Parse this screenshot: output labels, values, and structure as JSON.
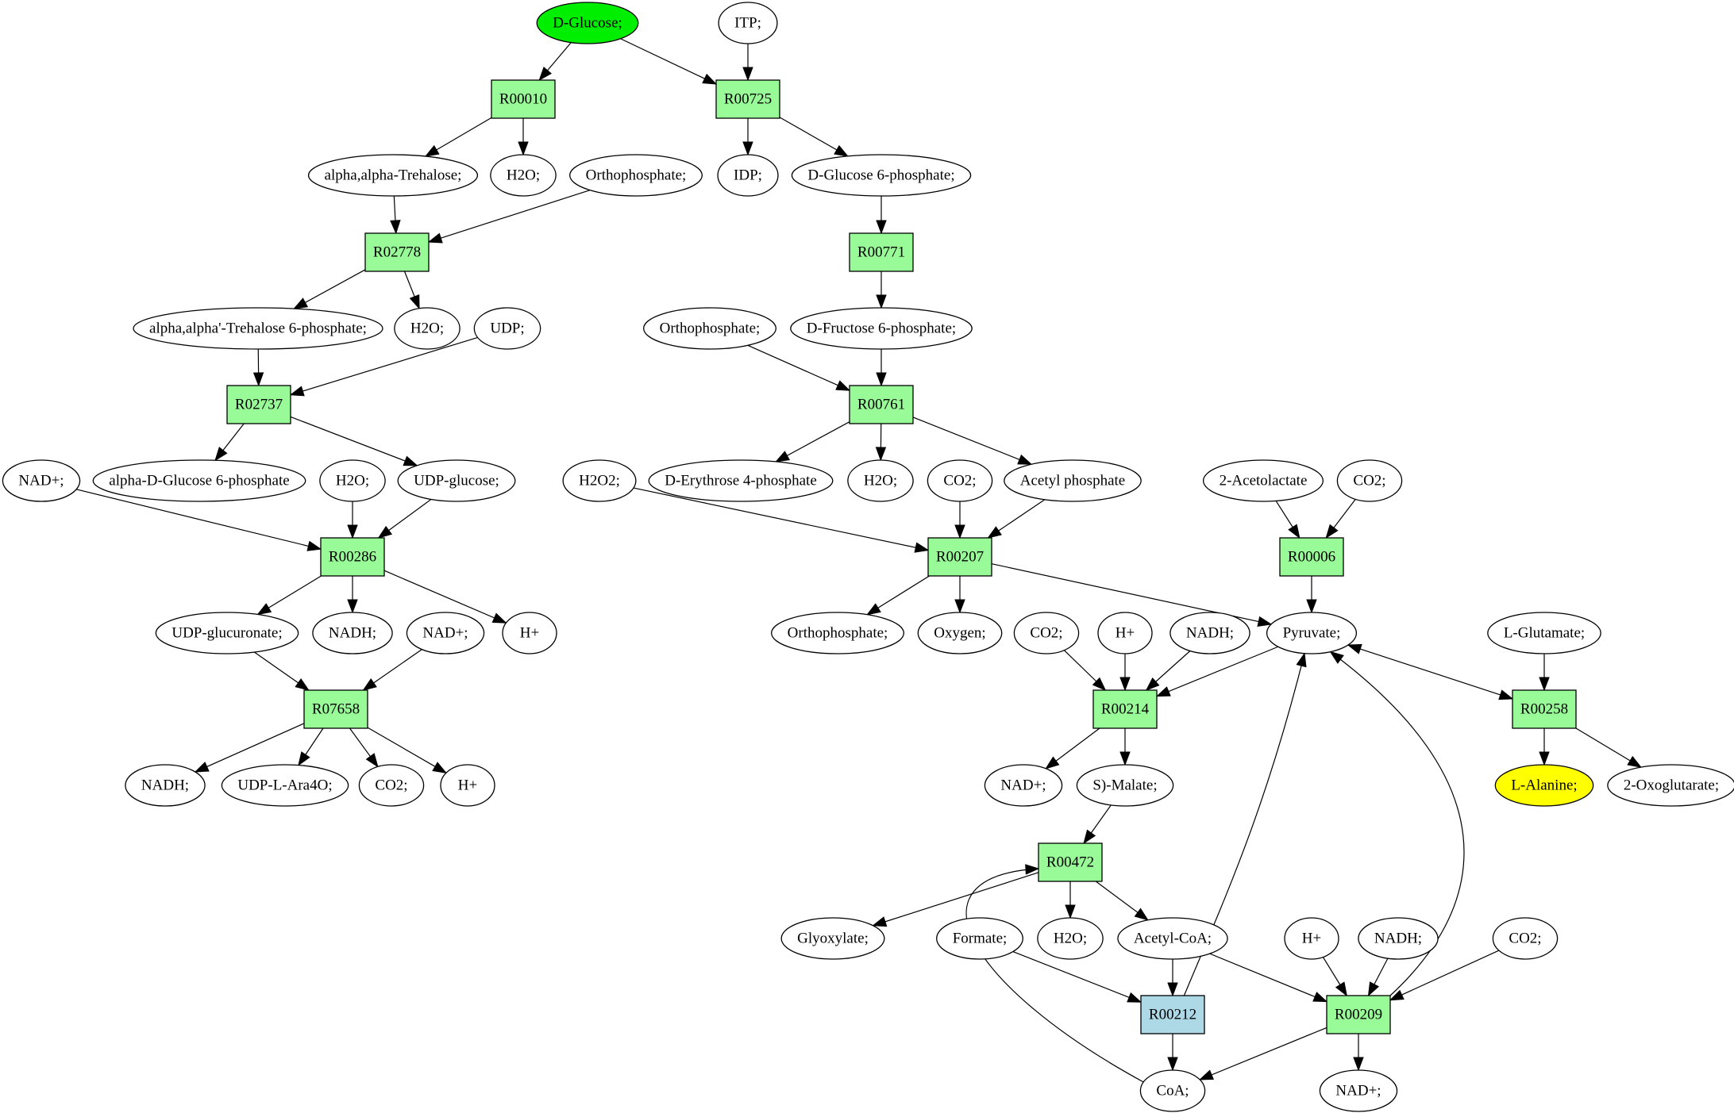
{
  "diagram": {
    "title": "Metabolic pathway graph from D-Glucose to L-Alanine",
    "colors": {
      "start_compound": "#00ee00",
      "target_compound": "#ffff00",
      "compound": "#ffffff",
      "reaction": "#98fb98",
      "reaction_highlight": "#add8e6",
      "stroke": "#000000"
    },
    "nodes": [
      {
        "id": "c_dglucose",
        "label": "D-Glucose;",
        "kind": "compound",
        "role": "start"
      },
      {
        "id": "c_itp",
        "label": "ITP;",
        "kind": "compound"
      },
      {
        "id": "r00010",
        "label": "R00010",
        "kind": "reaction"
      },
      {
        "id": "r00725",
        "label": "R00725",
        "kind": "reaction"
      },
      {
        "id": "c_trehalose",
        "label": "alpha,alpha-Trehalose;",
        "kind": "compound"
      },
      {
        "id": "c_h2o_1",
        "label": "H2O;",
        "kind": "compound"
      },
      {
        "id": "c_pi_1",
        "label": "Orthophosphate;",
        "kind": "compound"
      },
      {
        "id": "c_idp",
        "label": "IDP;",
        "kind": "compound"
      },
      {
        "id": "c_g6p",
        "label": "D-Glucose 6-phosphate;",
        "kind": "compound"
      },
      {
        "id": "r02778",
        "label": "R02778",
        "kind": "reaction"
      },
      {
        "id": "r00771",
        "label": "R00771",
        "kind": "reaction"
      },
      {
        "id": "c_t6p",
        "label": "alpha,alpha'-Trehalose 6-phosphate;",
        "kind": "compound"
      },
      {
        "id": "c_h2o_2",
        "label": "H2O;",
        "kind": "compound"
      },
      {
        "id": "c_udp",
        "label": "UDP;",
        "kind": "compound"
      },
      {
        "id": "c_pi_2",
        "label": "Orthophosphate;",
        "kind": "compound"
      },
      {
        "id": "c_f6p",
        "label": "D-Fructose 6-phosphate;",
        "kind": "compound"
      },
      {
        "id": "r02737",
        "label": "R02737",
        "kind": "reaction"
      },
      {
        "id": "r00761",
        "label": "R00761",
        "kind": "reaction"
      },
      {
        "id": "c_nad_1",
        "label": "NAD+;",
        "kind": "compound"
      },
      {
        "id": "c_adg6p",
        "label": "alpha-D-Glucose 6-phosphate",
        "kind": "compound"
      },
      {
        "id": "c_h2o_3",
        "label": "H2O;",
        "kind": "compound"
      },
      {
        "id": "c_udpglc",
        "label": "UDP-glucose;",
        "kind": "compound"
      },
      {
        "id": "c_h2o2",
        "label": "H2O2;",
        "kind": "compound"
      },
      {
        "id": "c_e4p",
        "label": "D-Erythrose 4-phosphate",
        "kind": "compound"
      },
      {
        "id": "c_h2o_4",
        "label": "H2O;",
        "kind": "compound"
      },
      {
        "id": "c_co2_1",
        "label": "CO2;",
        "kind": "compound"
      },
      {
        "id": "c_acp",
        "label": "Acetyl phosphate",
        "kind": "compound"
      },
      {
        "id": "c_acetolactate",
        "label": "2-Acetolactate",
        "kind": "compound"
      },
      {
        "id": "c_co2_2",
        "label": "CO2;",
        "kind": "compound"
      },
      {
        "id": "r00286",
        "label": "R00286",
        "kind": "reaction"
      },
      {
        "id": "r00207",
        "label": "R00207",
        "kind": "reaction"
      },
      {
        "id": "r00006",
        "label": "R00006",
        "kind": "reaction"
      },
      {
        "id": "c_udpgluc",
        "label": "UDP-glucuronate;",
        "kind": "compound"
      },
      {
        "id": "c_nadh_1",
        "label": "NADH;",
        "kind": "compound"
      },
      {
        "id": "c_nad_2",
        "label": "NAD+;",
        "kind": "compound"
      },
      {
        "id": "c_h_1",
        "label": "H+",
        "kind": "compound"
      },
      {
        "id": "c_pi_3",
        "label": "Orthophosphate;",
        "kind": "compound"
      },
      {
        "id": "c_oxygen",
        "label": "Oxygen;",
        "kind": "compound"
      },
      {
        "id": "c_co2_3",
        "label": "CO2;",
        "kind": "compound"
      },
      {
        "id": "c_h_2",
        "label": "H+",
        "kind": "compound"
      },
      {
        "id": "c_nadh_2",
        "label": "NADH;",
        "kind": "compound"
      },
      {
        "id": "c_pyruvate",
        "label": "Pyruvate;",
        "kind": "compound"
      },
      {
        "id": "c_glutamate",
        "label": "L-Glutamate;",
        "kind": "compound"
      },
      {
        "id": "r07658",
        "label": "R07658",
        "kind": "reaction"
      },
      {
        "id": "r00214",
        "label": "R00214",
        "kind": "reaction"
      },
      {
        "id": "r00258",
        "label": "R00258",
        "kind": "reaction"
      },
      {
        "id": "c_nadh_3",
        "label": "NADH;",
        "kind": "compound"
      },
      {
        "id": "c_udpara",
        "label": "UDP-L-Ara4O;",
        "kind": "compound"
      },
      {
        "id": "c_co2_4",
        "label": "CO2;",
        "kind": "compound"
      },
      {
        "id": "c_h_3",
        "label": "H+",
        "kind": "compound"
      },
      {
        "id": "c_nad_3",
        "label": "NAD+;",
        "kind": "compound"
      },
      {
        "id": "c_malate",
        "label": "S)-Malate;",
        "kind": "compound"
      },
      {
        "id": "c_alanine",
        "label": "L-Alanine;",
        "kind": "compound",
        "role": "target"
      },
      {
        "id": "c_oxoglut",
        "label": "2-Oxoglutarate;",
        "kind": "compound"
      },
      {
        "id": "r00472",
        "label": "R00472",
        "kind": "reaction"
      },
      {
        "id": "c_glyoxylate",
        "label": "Glyoxylate;",
        "kind": "compound"
      },
      {
        "id": "c_formate",
        "label": "Formate;",
        "kind": "compound"
      },
      {
        "id": "c_h2o_5",
        "label": "H2O;",
        "kind": "compound"
      },
      {
        "id": "c_accoa",
        "label": "Acetyl-CoA;",
        "kind": "compound"
      },
      {
        "id": "c_h_4",
        "label": "H+",
        "kind": "compound"
      },
      {
        "id": "c_nadh_4",
        "label": "NADH;",
        "kind": "compound"
      },
      {
        "id": "c_co2_5",
        "label": "CO2;",
        "kind": "compound"
      },
      {
        "id": "r00212",
        "label": "R00212",
        "kind": "reaction",
        "role": "highlight"
      },
      {
        "id": "r00209",
        "label": "R00209",
        "kind": "reaction"
      },
      {
        "id": "c_coa",
        "label": "CoA;",
        "kind": "compound"
      },
      {
        "id": "c_nad_4",
        "label": "NAD+;",
        "kind": "compound"
      }
    ],
    "edges": [
      {
        "from": "c_dglucose",
        "to": "r00010"
      },
      {
        "from": "c_dglucose",
        "to": "r00725"
      },
      {
        "from": "c_itp",
        "to": "r00725"
      },
      {
        "from": "r00010",
        "to": "c_trehalose"
      },
      {
        "from": "r00010",
        "to": "c_h2o_1"
      },
      {
        "from": "r00725",
        "to": "c_idp"
      },
      {
        "from": "r00725",
        "to": "c_g6p"
      },
      {
        "from": "c_trehalose",
        "to": "r02778"
      },
      {
        "from": "c_pi_1",
        "to": "r02778"
      },
      {
        "from": "c_g6p",
        "to": "r00771"
      },
      {
        "from": "r02778",
        "to": "c_t6p"
      },
      {
        "from": "r02778",
        "to": "c_h2o_2"
      },
      {
        "from": "r00771",
        "to": "c_f6p"
      },
      {
        "from": "c_t6p",
        "to": "r02737"
      },
      {
        "from": "c_udp",
        "to": "r02737"
      },
      {
        "from": "c_pi_2",
        "to": "r00761"
      },
      {
        "from": "c_f6p",
        "to": "r00761"
      },
      {
        "from": "r02737",
        "to": "c_adg6p"
      },
      {
        "from": "r02737",
        "to": "c_udpglc"
      },
      {
        "from": "r00761",
        "to": "c_e4p"
      },
      {
        "from": "r00761",
        "to": "c_h2o_4"
      },
      {
        "from": "r00761",
        "to": "c_acp"
      },
      {
        "from": "c_nad_1",
        "to": "r00286"
      },
      {
        "from": "c_h2o_3",
        "to": "r00286"
      },
      {
        "from": "c_udpglc",
        "to": "r00286"
      },
      {
        "from": "c_h2o2",
        "to": "r00207"
      },
      {
        "from": "c_co2_1",
        "to": "r00207"
      },
      {
        "from": "c_acp",
        "to": "r00207"
      },
      {
        "from": "c_acetolactate",
        "to": "r00006"
      },
      {
        "from": "c_co2_2",
        "to": "r00006"
      },
      {
        "from": "r00286",
        "to": "c_udpgluc"
      },
      {
        "from": "r00286",
        "to": "c_nadh_1"
      },
      {
        "from": "r00286",
        "to": "c_h_1"
      },
      {
        "from": "r00207",
        "to": "c_pi_3"
      },
      {
        "from": "r00207",
        "to": "c_oxygen"
      },
      {
        "from": "r00207",
        "to": "c_pyruvate"
      },
      {
        "from": "r00006",
        "to": "c_pyruvate"
      },
      {
        "from": "c_udpgluc",
        "to": "r07658"
      },
      {
        "from": "c_nad_2",
        "to": "r07658"
      },
      {
        "from": "c_co2_3",
        "to": "r00214"
      },
      {
        "from": "c_h_2",
        "to": "r00214"
      },
      {
        "from": "c_nadh_2",
        "to": "r00214"
      },
      {
        "from": "c_pyruvate",
        "to": "r00214"
      },
      {
        "from": "c_pyruvate",
        "to": "r00258",
        "bidirectional": true
      },
      {
        "from": "c_glutamate",
        "to": "r00258"
      },
      {
        "from": "r07658",
        "to": "c_nadh_3"
      },
      {
        "from": "r07658",
        "to": "c_udpara"
      },
      {
        "from": "r07658",
        "to": "c_co2_4"
      },
      {
        "from": "r07658",
        "to": "c_h_3"
      },
      {
        "from": "r00214",
        "to": "c_nad_3"
      },
      {
        "from": "r00214",
        "to": "c_malate"
      },
      {
        "from": "r00258",
        "to": "c_alanine"
      },
      {
        "from": "r00258",
        "to": "c_oxoglut"
      },
      {
        "from": "c_malate",
        "to": "r00472"
      },
      {
        "from": "r00472",
        "to": "c_glyoxylate"
      },
      {
        "from": "r00472",
        "to": "c_h2o_5"
      },
      {
        "from": "r00472",
        "to": "c_accoa"
      },
      {
        "from": "c_formate",
        "to": "r00212"
      },
      {
        "from": "c_accoa",
        "to": "r00212"
      },
      {
        "from": "c_accoa",
        "to": "r00209"
      },
      {
        "from": "c_h_4",
        "to": "r00209"
      },
      {
        "from": "c_nadh_4",
        "to": "r00209"
      },
      {
        "from": "c_co2_5",
        "to": "r00209"
      },
      {
        "from": "r00212",
        "to": "c_pyruvate",
        "curved": true
      },
      {
        "from": "r00209",
        "to": "c_pyruvate",
        "curved": true
      },
      {
        "from": "r00212",
        "to": "c_coa"
      },
      {
        "from": "r00209",
        "to": "c_coa"
      },
      {
        "from": "r00209",
        "to": "c_nad_4"
      },
      {
        "from": "c_coa",
        "to": "r00472",
        "curved": true
      }
    ]
  }
}
